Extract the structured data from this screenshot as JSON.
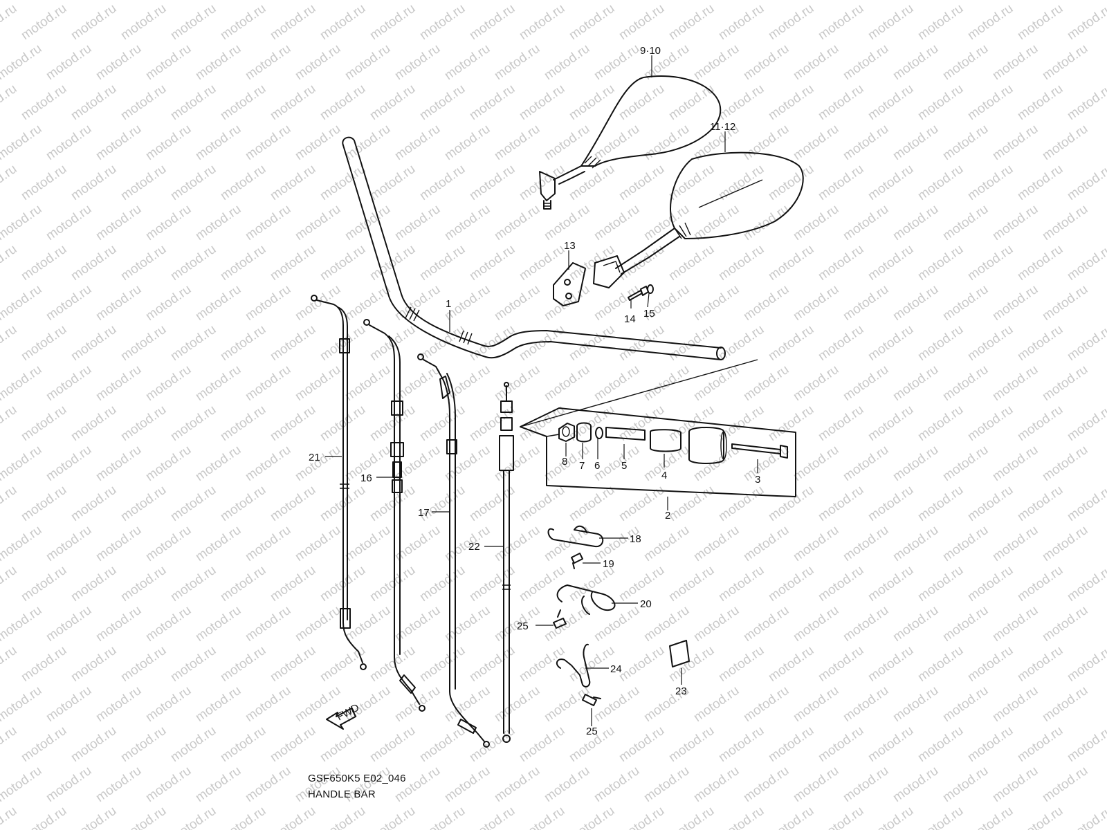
{
  "watermark": "motod.ru",
  "diagram_code": "GSF650K5 E02_046",
  "diagram_title": "HANDLE BAR",
  "fwd_label": "FWD",
  "callouts": {
    "c1": "1",
    "c2": "2",
    "c3": "3",
    "c4": "4",
    "c5": "5",
    "c6": "6",
    "c7": "7",
    "c8": "8",
    "c9_10": "9·10",
    "c11_12": "11·12",
    "c13": "13",
    "c14": "14",
    "c15": "15",
    "c16": "16",
    "c17": "17",
    "c18": "18",
    "c19": "19",
    "c20": "20",
    "c21": "21",
    "c22": "22",
    "c23": "23",
    "c24": "24",
    "c25a": "25",
    "c25b": "25"
  }
}
